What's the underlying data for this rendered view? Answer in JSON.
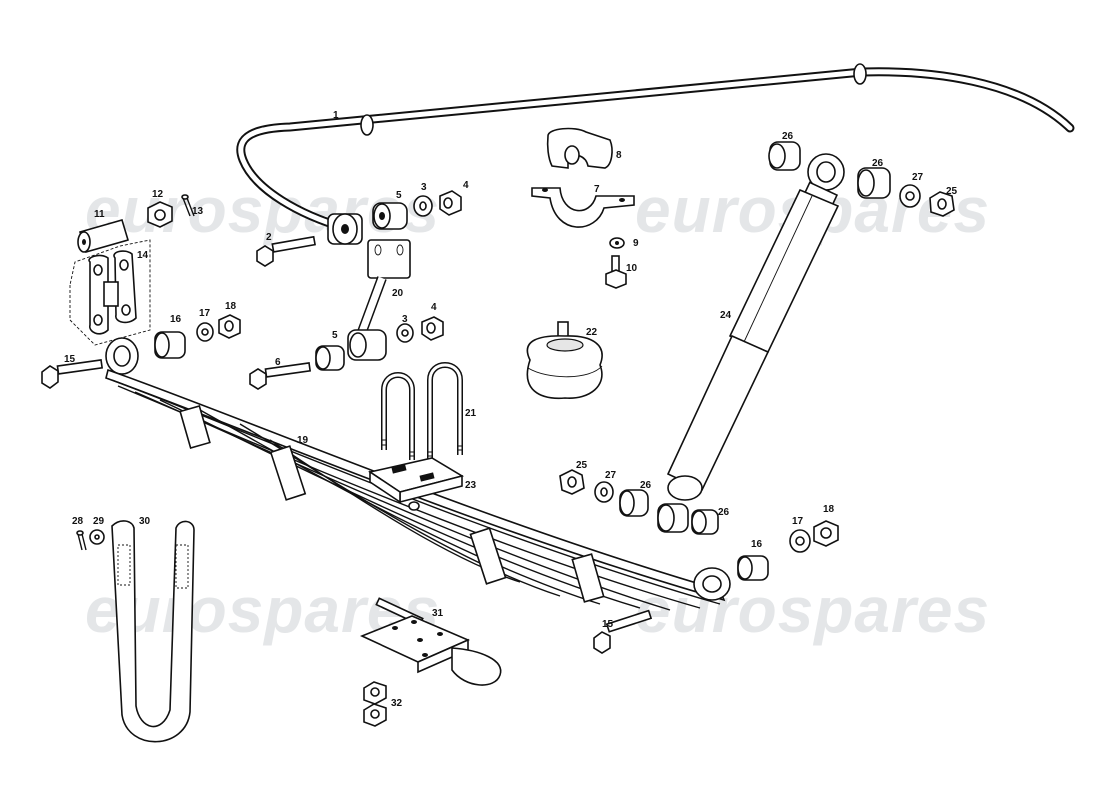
{
  "watermark": "eurospares",
  "colors": {
    "ink": "#111111",
    "watermark": "#cfd3d6",
    "background": "#ffffff"
  },
  "labels": {
    "p1": "1",
    "p2": "2",
    "p3a": "3",
    "p3b": "3",
    "p4a": "4",
    "p4b": "4",
    "p5a": "5",
    "p5b": "5",
    "p6": "6",
    "p7": "7",
    "p8": "8",
    "p9": "9",
    "p10": "10",
    "p11": "11",
    "p12": "12",
    "p13": "13",
    "p14": "14",
    "p15a": "15",
    "p15b": "15",
    "p16a": "16",
    "p16b": "16",
    "p17a": "17",
    "p17b": "17",
    "p18a": "18",
    "p18b": "18",
    "p19": "19",
    "p20": "20",
    "p21": "21",
    "p22": "22",
    "p23": "23",
    "p24": "24",
    "p25a": "25",
    "p25b": "25",
    "p26a": "26",
    "p26b": "26",
    "p26c": "26",
    "p26d": "26",
    "p27a": "27",
    "p27b": "27",
    "p28": "28",
    "p29": "29",
    "p30": "30",
    "p31": "31",
    "p32": "32"
  }
}
